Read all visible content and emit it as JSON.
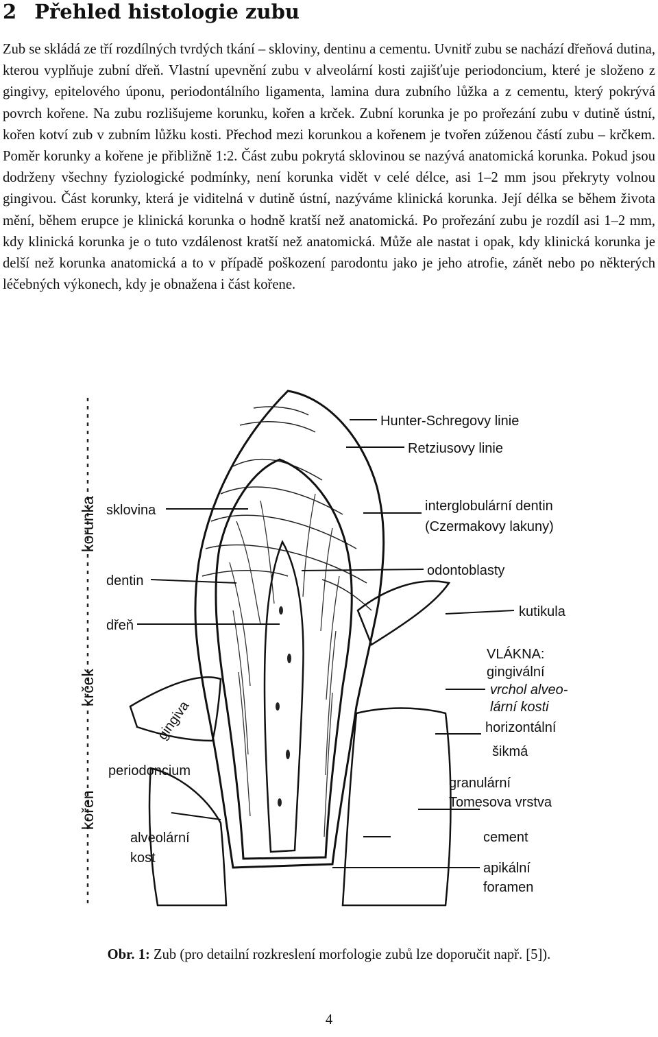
{
  "section": {
    "number": "2",
    "title": "Přehled histologie zubu"
  },
  "paragraph": "Zub se skládá ze tří rozdílných tvrdých tkání – skloviny, dentinu a cementu. Uvnitř zubu se nachází dřeňová dutina, kterou vyplňuje zubní dřeň. Vlastní upevnění zubu v alveolární kosti zajišťuje periodoncium, které je složeno z gingivy, epitelového úponu, periodontálního ligamenta, lamina dura zubního lůžka a z cementu, který pokrývá povrch kořene. Na zubu rozlišujeme korunku, kořen a krček. Zubní korunka je po prořezání zubu v dutině ústní, kořen kotví zub v zubním lůžku kosti. Přechod mezi korunkou a kořenem je tvořen zúženou částí zubu – krčkem. Poměr korunky a kořene je přibližně 1:2. Část zubu pokrytá sklovinou se nazývá anatomická korunka. Pokud jsou dodrženy všechny fyziologické podmínky, není korunka vidět v celé délce, asi 1–2 mm jsou překryty volnou gingivou. Část korunky, která je viditelná v dutině ústní, nazýváme klinická korunka. Její délka se během života mění, během erupce je klinická korunka o hodně kratší než anatomická. Po prořezání zubu je rozdíl asi 1–2 mm, kdy klinická korunka je o tuto vzdálenost kratší než anatomická. Může ale nastat i opak, kdy klinická korunka je delší než korunka anatomická a to v případě poškození parodontu jako je jeho atrofie, zánět nebo po některých léčebných výkonech, kdy je obnažena i část kořene.",
  "figure": {
    "region_labels": {
      "korunka": "korunka",
      "krcek": "krček",
      "koren": "kořen"
    },
    "left_labels": {
      "sklovina": "sklovina",
      "dentin": "dentin",
      "dren": "dřeň",
      "gingiva": "gingiva",
      "periodoncium": "periodoncium",
      "alveolarni": "alveolární",
      "kost": "kost"
    },
    "right_labels": {
      "hunter": "Hunter-Schregovy linie",
      "retzius": "Retziusovy linie",
      "interglobular1": "interglobulární dentin",
      "interglobular2": "(Czermakovy lakuny)",
      "odontoblasty": "odontoblasty",
      "kutikula": "kutikula",
      "vlakna": "VLÁKNA:",
      "gingivalni": "gingivální",
      "vrchol1": "vrchol alveo-",
      "vrchol2": "lární kosti",
      "horizontalni": "horizontální",
      "sikma": "šikmá",
      "granular1": "granulární",
      "granular2": "Tomesova vrstva",
      "cement": "cement",
      "apikalni1": "apikální",
      "apikalni2": "foramen"
    }
  },
  "caption": {
    "lead": "Obr. 1:",
    "text": "Zub (pro detailní rozkreslení morfologie zubů lze doporučit např. [5])."
  },
  "page_number": "4"
}
